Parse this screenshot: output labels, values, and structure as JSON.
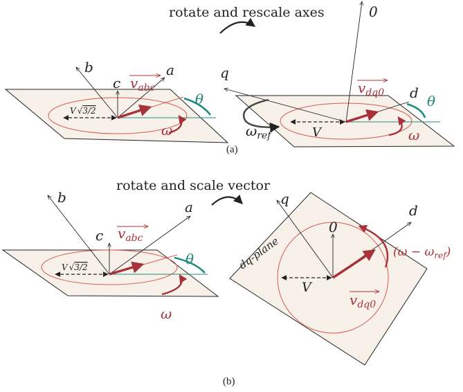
{
  "panel_a": {
    "caption": "(a)",
    "action": "rotate and rescale axes",
    "axis_a": "a",
    "axis_b": "b",
    "axis_c": "c",
    "vector_abc": "v",
    "vector_abc_sub": "abc",
    "theta": "θ",
    "omega": "ω",
    "magnitude_abc": "V",
    "magnitude_abc_root": "3/2",
    "axis_q": "q",
    "axis_d": "d",
    "axis_0": "0",
    "vector_dq0": "v",
    "vector_dq0_sub": "dq0",
    "theta_dq": "θ",
    "omega_dq": "ω",
    "omega_ref": "ω",
    "omega_ref_sub": "ref",
    "magnitude_dq": "V"
  },
  "panel_b": {
    "caption": "(b)",
    "action": "rotate and scale vector",
    "axis_a": "a",
    "axis_b": "b",
    "axis_c": "c",
    "vector_abc": "v",
    "vector_abc_sub": "abc",
    "theta": "θ",
    "omega": "ω",
    "magnitude_abc": "V",
    "magnitude_abc_root": "3/2",
    "plane_label": "dq-plane",
    "axis_q": "q",
    "axis_d": "d",
    "axis_0": "0",
    "vector_dq0": "v",
    "vector_dq0_sub": "dq0",
    "magnitude_dq": "V",
    "rate_label": "(ω − ω",
    "rate_label_sub": "ref",
    "rate_label_close": ")"
  },
  "colors": {
    "plane_fill": "#f8f1ea",
    "vector_red": "#a8323a",
    "orbit_red": "#d45a4f",
    "theta_teal": "#1f8a7a",
    "ink": "#222222"
  }
}
